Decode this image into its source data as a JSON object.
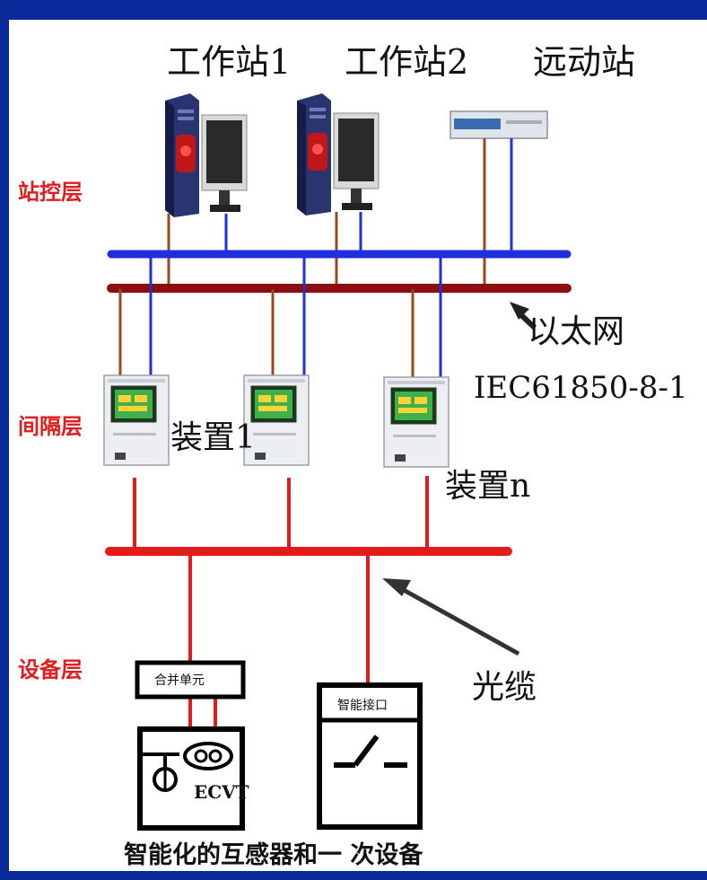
{
  "diagram": {
    "stations": [
      "工作站1",
      "工作站2",
      "远动站"
    ],
    "layers": {
      "station_control": "站控层",
      "bay": "间隔层",
      "device": "设备层"
    },
    "network": {
      "ethernet_label": "以太网",
      "protocol_label": "IEC61850-8-1"
    },
    "devices": {
      "device_1": "装置1",
      "device_n": "装置n"
    },
    "fiber_label": "光缆",
    "merging_unit_label": "合并单元",
    "ecvt_label": "ECVT",
    "smart_interface_label": "智能接口",
    "caption": "智能化的互感器和一 次设备"
  },
  "colors": {
    "background_border": "#0a2a9a",
    "layer_text": "#e31b1b",
    "blue_bus": "#1f2fe0",
    "dark_red_bus": "#8b0f0f",
    "fiber_red": "#e31b1b",
    "brown_wire": "#9a4a1f"
  },
  "icons": [
    "server-tower-icon",
    "monitor-icon",
    "rtu-unit-icon",
    "protection-device-icon",
    "switch-symbol-icon"
  ]
}
